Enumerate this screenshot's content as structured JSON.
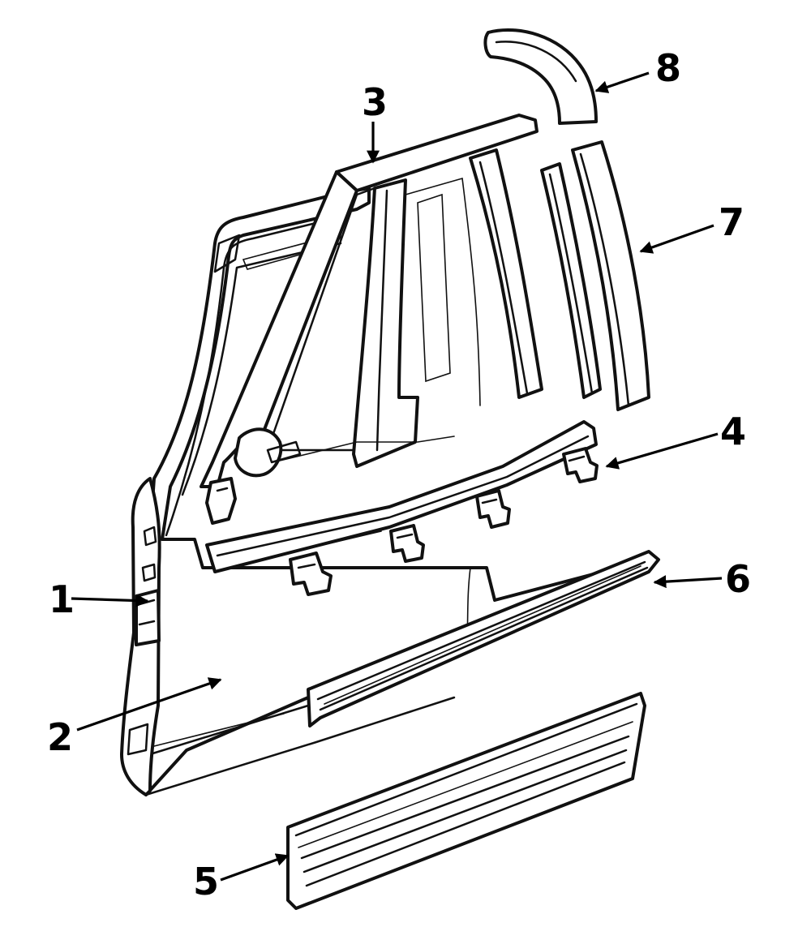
{
  "callouts": [
    {
      "id": "1",
      "label": "1",
      "part": "door-frame-edge"
    },
    {
      "id": "2",
      "label": "2",
      "part": "door-shell"
    },
    {
      "id": "3",
      "label": "3",
      "part": "window-frame"
    },
    {
      "id": "4",
      "label": "4",
      "part": "belt-molding-clips"
    },
    {
      "id": "5",
      "label": "5",
      "part": "lower-body-molding"
    },
    {
      "id": "6",
      "label": "6",
      "part": "side-molding"
    },
    {
      "id": "7",
      "label": "7",
      "part": "pillar-applique"
    },
    {
      "id": "8",
      "label": "8",
      "part": "roof-trim-piece"
    }
  ],
  "colors": {
    "line": "#111111",
    "background": "#ffffff"
  }
}
